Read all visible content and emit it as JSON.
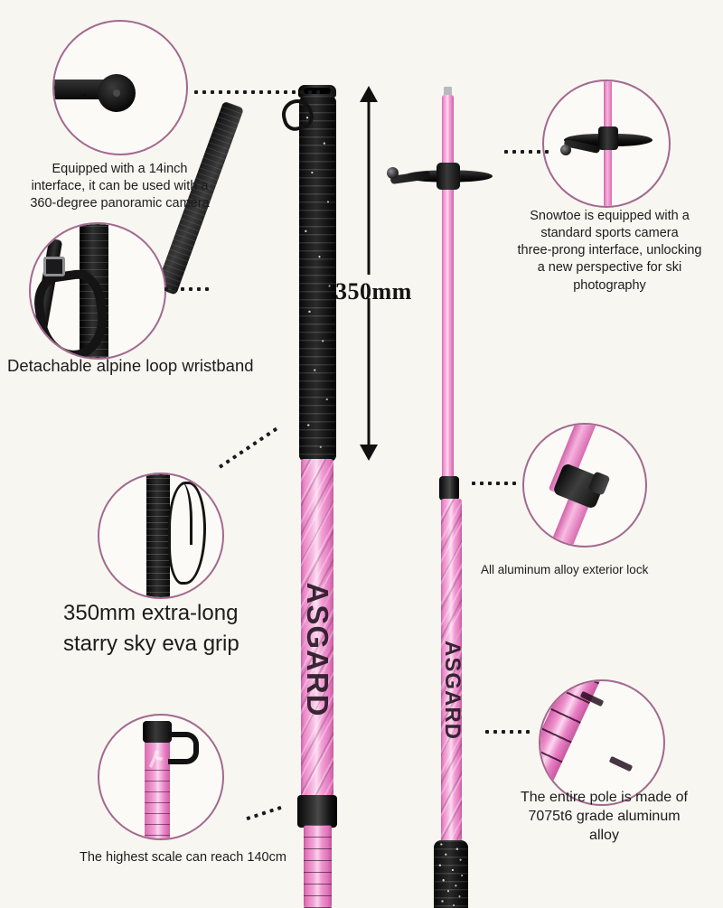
{
  "page": {
    "title": "ASGARD ski pole product feature infographic",
    "background_color": "#F7F6F0",
    "accent_circle_color": "#A2698F",
    "pole_color": "#EE85C9",
    "grip_color": "#121212",
    "brand": "ASGARD"
  },
  "dimension": {
    "label": "350mm"
  },
  "callouts": [
    {
      "id": "camera-interface",
      "caption": "Equipped with a 14inch\ninterface, it can be used with a\n360-degree panoramic camera",
      "detail_icon": "camera-mount-icon"
    },
    {
      "id": "wristband",
      "caption": "Detachable alpine loop wristband",
      "detail_icon": "wrist-strap-icon"
    },
    {
      "id": "eva-grip",
      "caption": "350mm extra-long\nstarry sky eva grip",
      "detail_icon": "foam-grip-icon"
    },
    {
      "id": "scale-140cm",
      "caption": "The highest scale can reach 140cm",
      "detail_icon": "pole-scale-icon"
    },
    {
      "id": "snowtoe-three-prong",
      "caption": "Snowtoe is equipped with a\nstandard sports camera\nthree-prong interface, unlocking\na new perspective for ski\nphotography",
      "detail_icon": "snow-basket-icon"
    },
    {
      "id": "exterior-lock",
      "caption": "All aluminum alloy exterior lock",
      "detail_icon": "flip-lock-icon"
    },
    {
      "id": "alloy-material",
      "caption": "The entire pole is made of\n7075t6 grade aluminum\nalloy",
      "detail_icon": "measuring-scale-icon"
    }
  ],
  "pole_markings": {
    "left_brand": "ASGARD",
    "right_brand": "ASGARD"
  }
}
